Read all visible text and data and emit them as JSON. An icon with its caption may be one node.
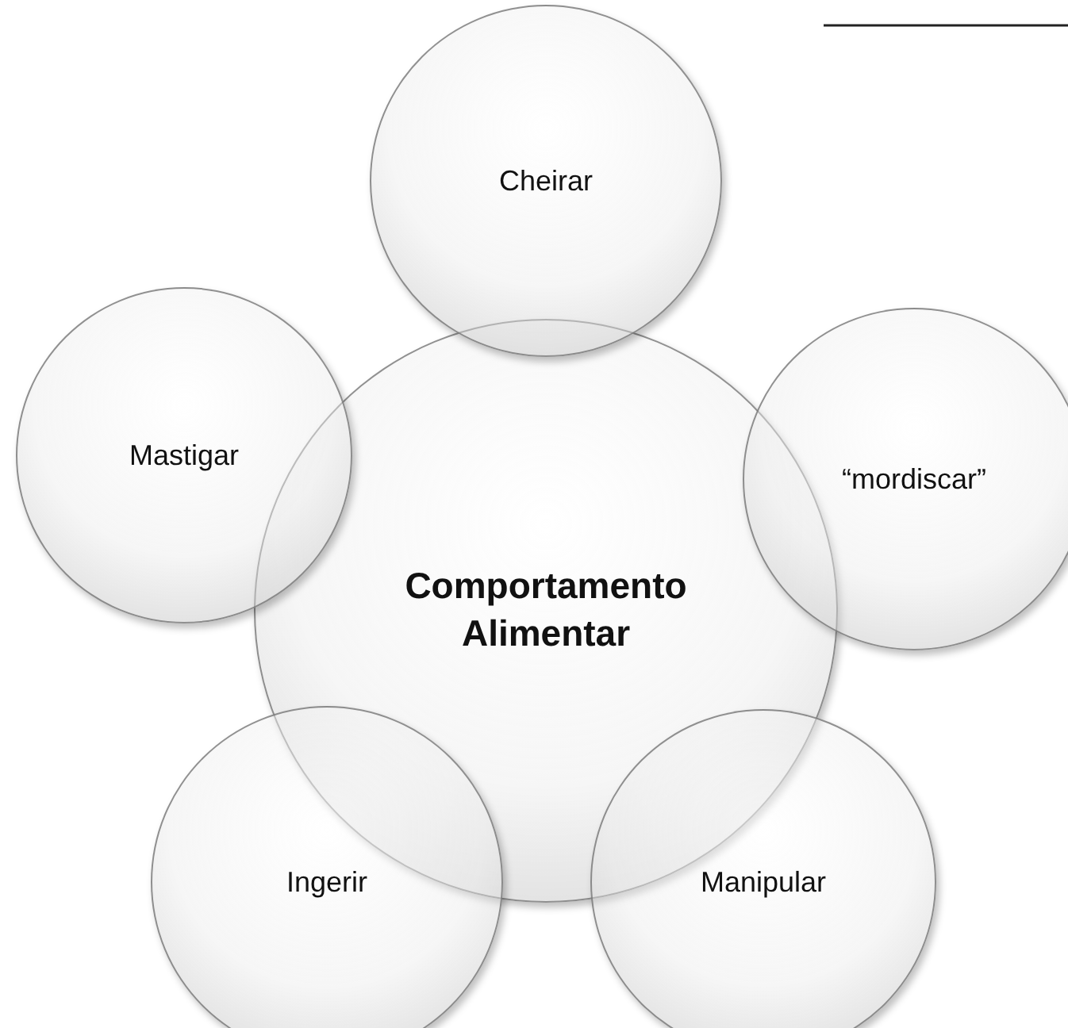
{
  "diagram": {
    "nodes": [
      {
        "text": [
          "Cheirar"
        ]
      },
      {
        "text": [
          "Mastigar"
        ]
      },
      {
        "text": [
          "“mordiscar”"
        ]
      },
      {
        "text": [
          "Comportamento Alimentar"
        ]
      },
      {
        "text": [
          "Ingerir"
        ]
      },
      {
        "text": [
          "Manipular"
        ]
      }
    ]
  }
}
